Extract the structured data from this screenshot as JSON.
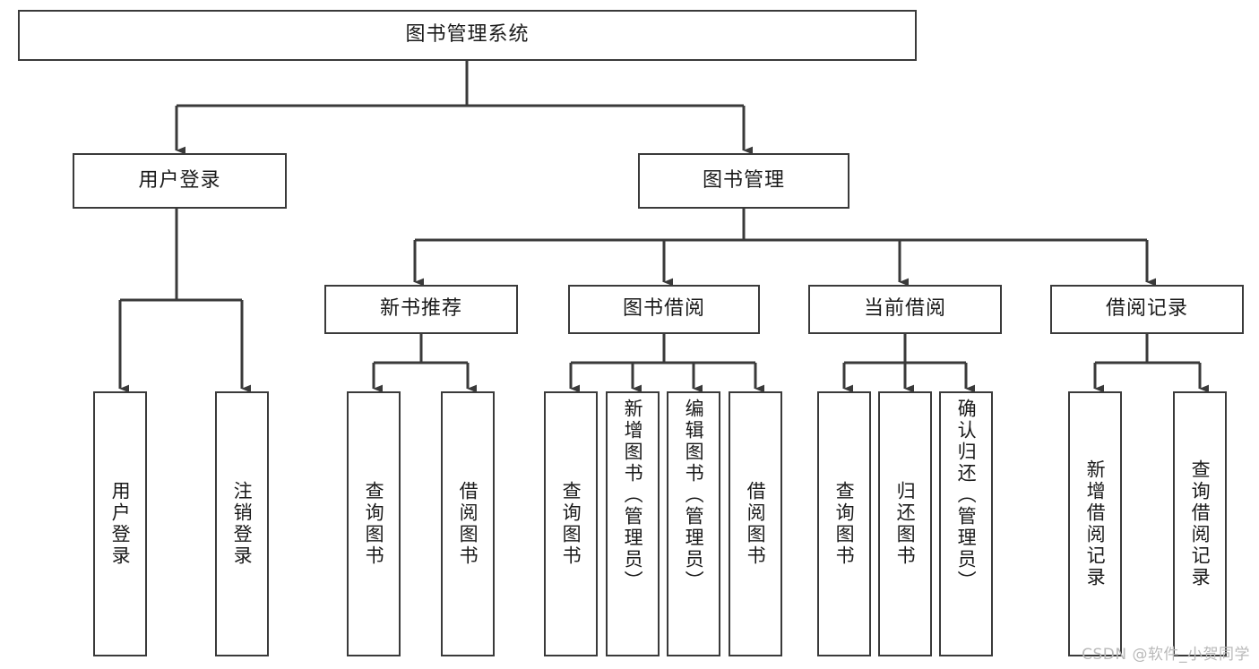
{
  "diagram": {
    "type": "tree-hierarchy",
    "title": "图书管理系统",
    "root": {
      "label": "图书管理系统"
    },
    "level2": [
      {
        "label": "用户登录"
      },
      {
        "label": "图书管理"
      }
    ],
    "level3": [
      {
        "label": "新书推荐",
        "parent": "图书管理"
      },
      {
        "label": "图书借阅",
        "parent": "图书管理"
      },
      {
        "label": "当前借阅",
        "parent": "图书管理"
      },
      {
        "label": "借阅记录",
        "parent": "图书管理"
      }
    ],
    "leaves": {
      "user_login": [
        {
          "label": "用户登录"
        },
        {
          "label": "注销登录"
        }
      ],
      "new_book_recommend": [
        {
          "label": "查询图书"
        },
        {
          "label": "借阅图书"
        }
      ],
      "book_borrow": [
        {
          "label": "查询图书"
        },
        {
          "label": "新增图书（管理员）"
        },
        {
          "label": "编辑图书（管理员）"
        },
        {
          "label": "借阅图书"
        }
      ],
      "current_borrow": [
        {
          "label": "查询图书"
        },
        {
          "label": "归还图书"
        },
        {
          "label": "确认归还（管理员）"
        }
      ],
      "borrow_record": [
        {
          "label": "新增借阅记录"
        },
        {
          "label": "查询借阅记录"
        }
      ]
    }
  },
  "watermark": {
    "text": "CSDN @软件_小贺同学"
  },
  "colors": {
    "border": "#3a3a3a",
    "text": "#1a1a1a",
    "background": "#ffffff",
    "connector": "#3a3a3a",
    "watermark": "#b9b9b9"
  }
}
